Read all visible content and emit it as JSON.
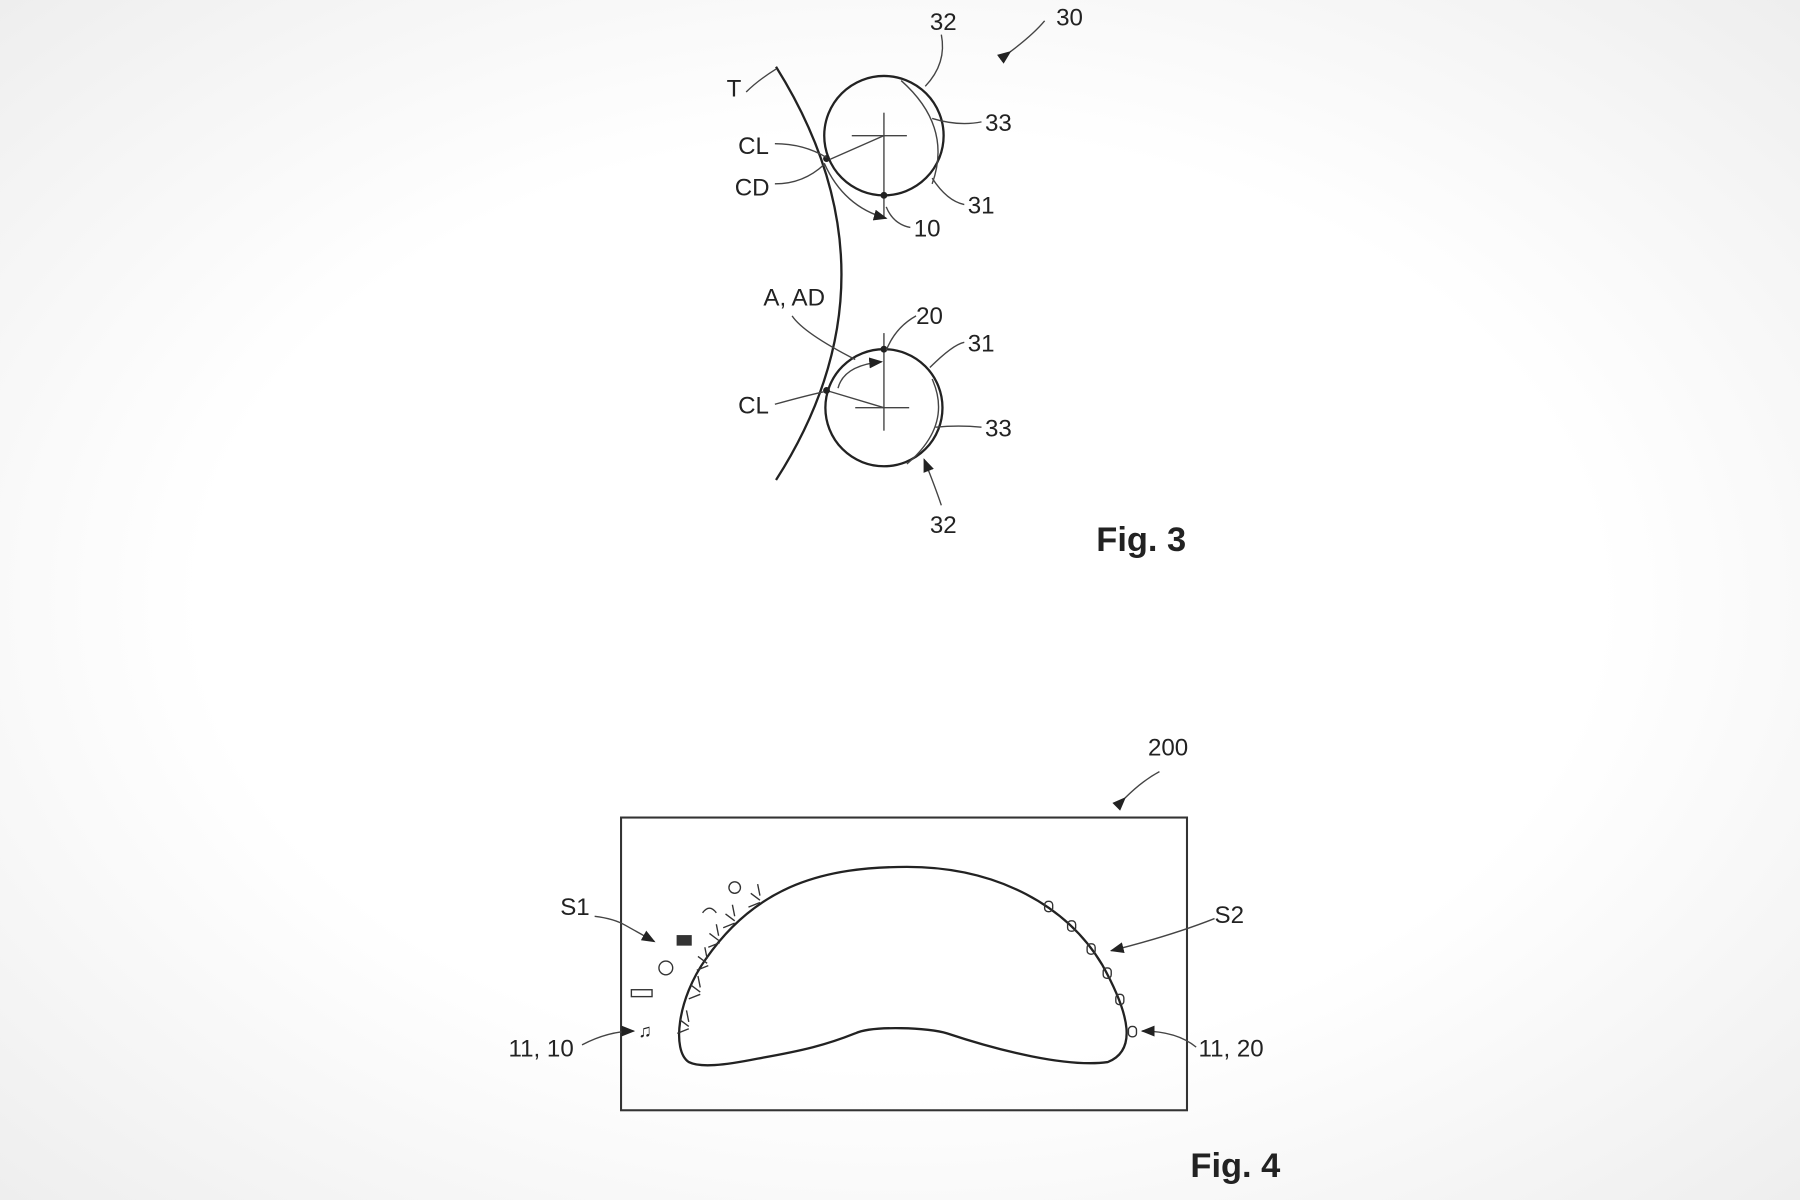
{
  "fig3": {
    "caption": "Fig. 3",
    "labels": {
      "ref30": "30",
      "ref32_top": "32",
      "T": "T",
      "ref33_top": "33",
      "CL_top": "CL",
      "CD": "CD",
      "ref31_top": "31",
      "ref10": "10",
      "A_AD": "A, AD",
      "ref20": "20",
      "ref31_bottom": "31",
      "CL_bottom": "CL",
      "ref33_bottom": "33",
      "ref32_bottom": "32"
    }
  },
  "fig4": {
    "caption": "Fig. 4",
    "labels": {
      "ref200": "200",
      "S1": "S1",
      "S2": "S2",
      "ref11_10": "11, 10",
      "ref11_20": "11, 20"
    }
  }
}
